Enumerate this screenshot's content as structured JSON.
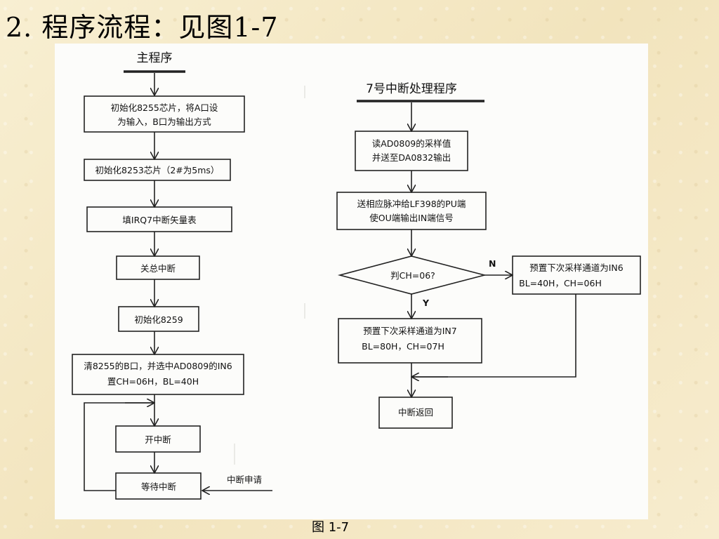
{
  "title": "2. 程序流程：见图1-7",
  "caption": "图  1-7",
  "main_program": {
    "heading": "主程序",
    "steps": [
      "初始化8255芯片，将A口设",
      "为输入，B口为输出方式",
      "初始化8253芯片（2#为5ms）",
      "填IRQ7中断矢量表",
      "关总中断",
      "初始化8259",
      "清8255的B口，并选中AD0809的IN6",
      "置CH=06H，BL=40H",
      "开中断",
      "等待中断"
    ],
    "interrupt_request": "中断申请"
  },
  "isr": {
    "heading": "7号中断处理程序",
    "read_line1": "读AD0809的采样值",
    "read_line2": "并送至DA0832输出",
    "pulse_line1": "送相应脉冲给LF398的PU端",
    "pulse_line2": "使OU端输出IN端信号",
    "decision": "判CH=06?",
    "no_label": "N",
    "yes_label": "Y",
    "in6_line1": "预置下次采样通道为IN6",
    "in6_line2": "BL=40H，CH=06H",
    "in7_line1": "预置下次采样通道为IN7",
    "in7_line2": "BL=80H，CH=07H",
    "return": "中断返回"
  }
}
